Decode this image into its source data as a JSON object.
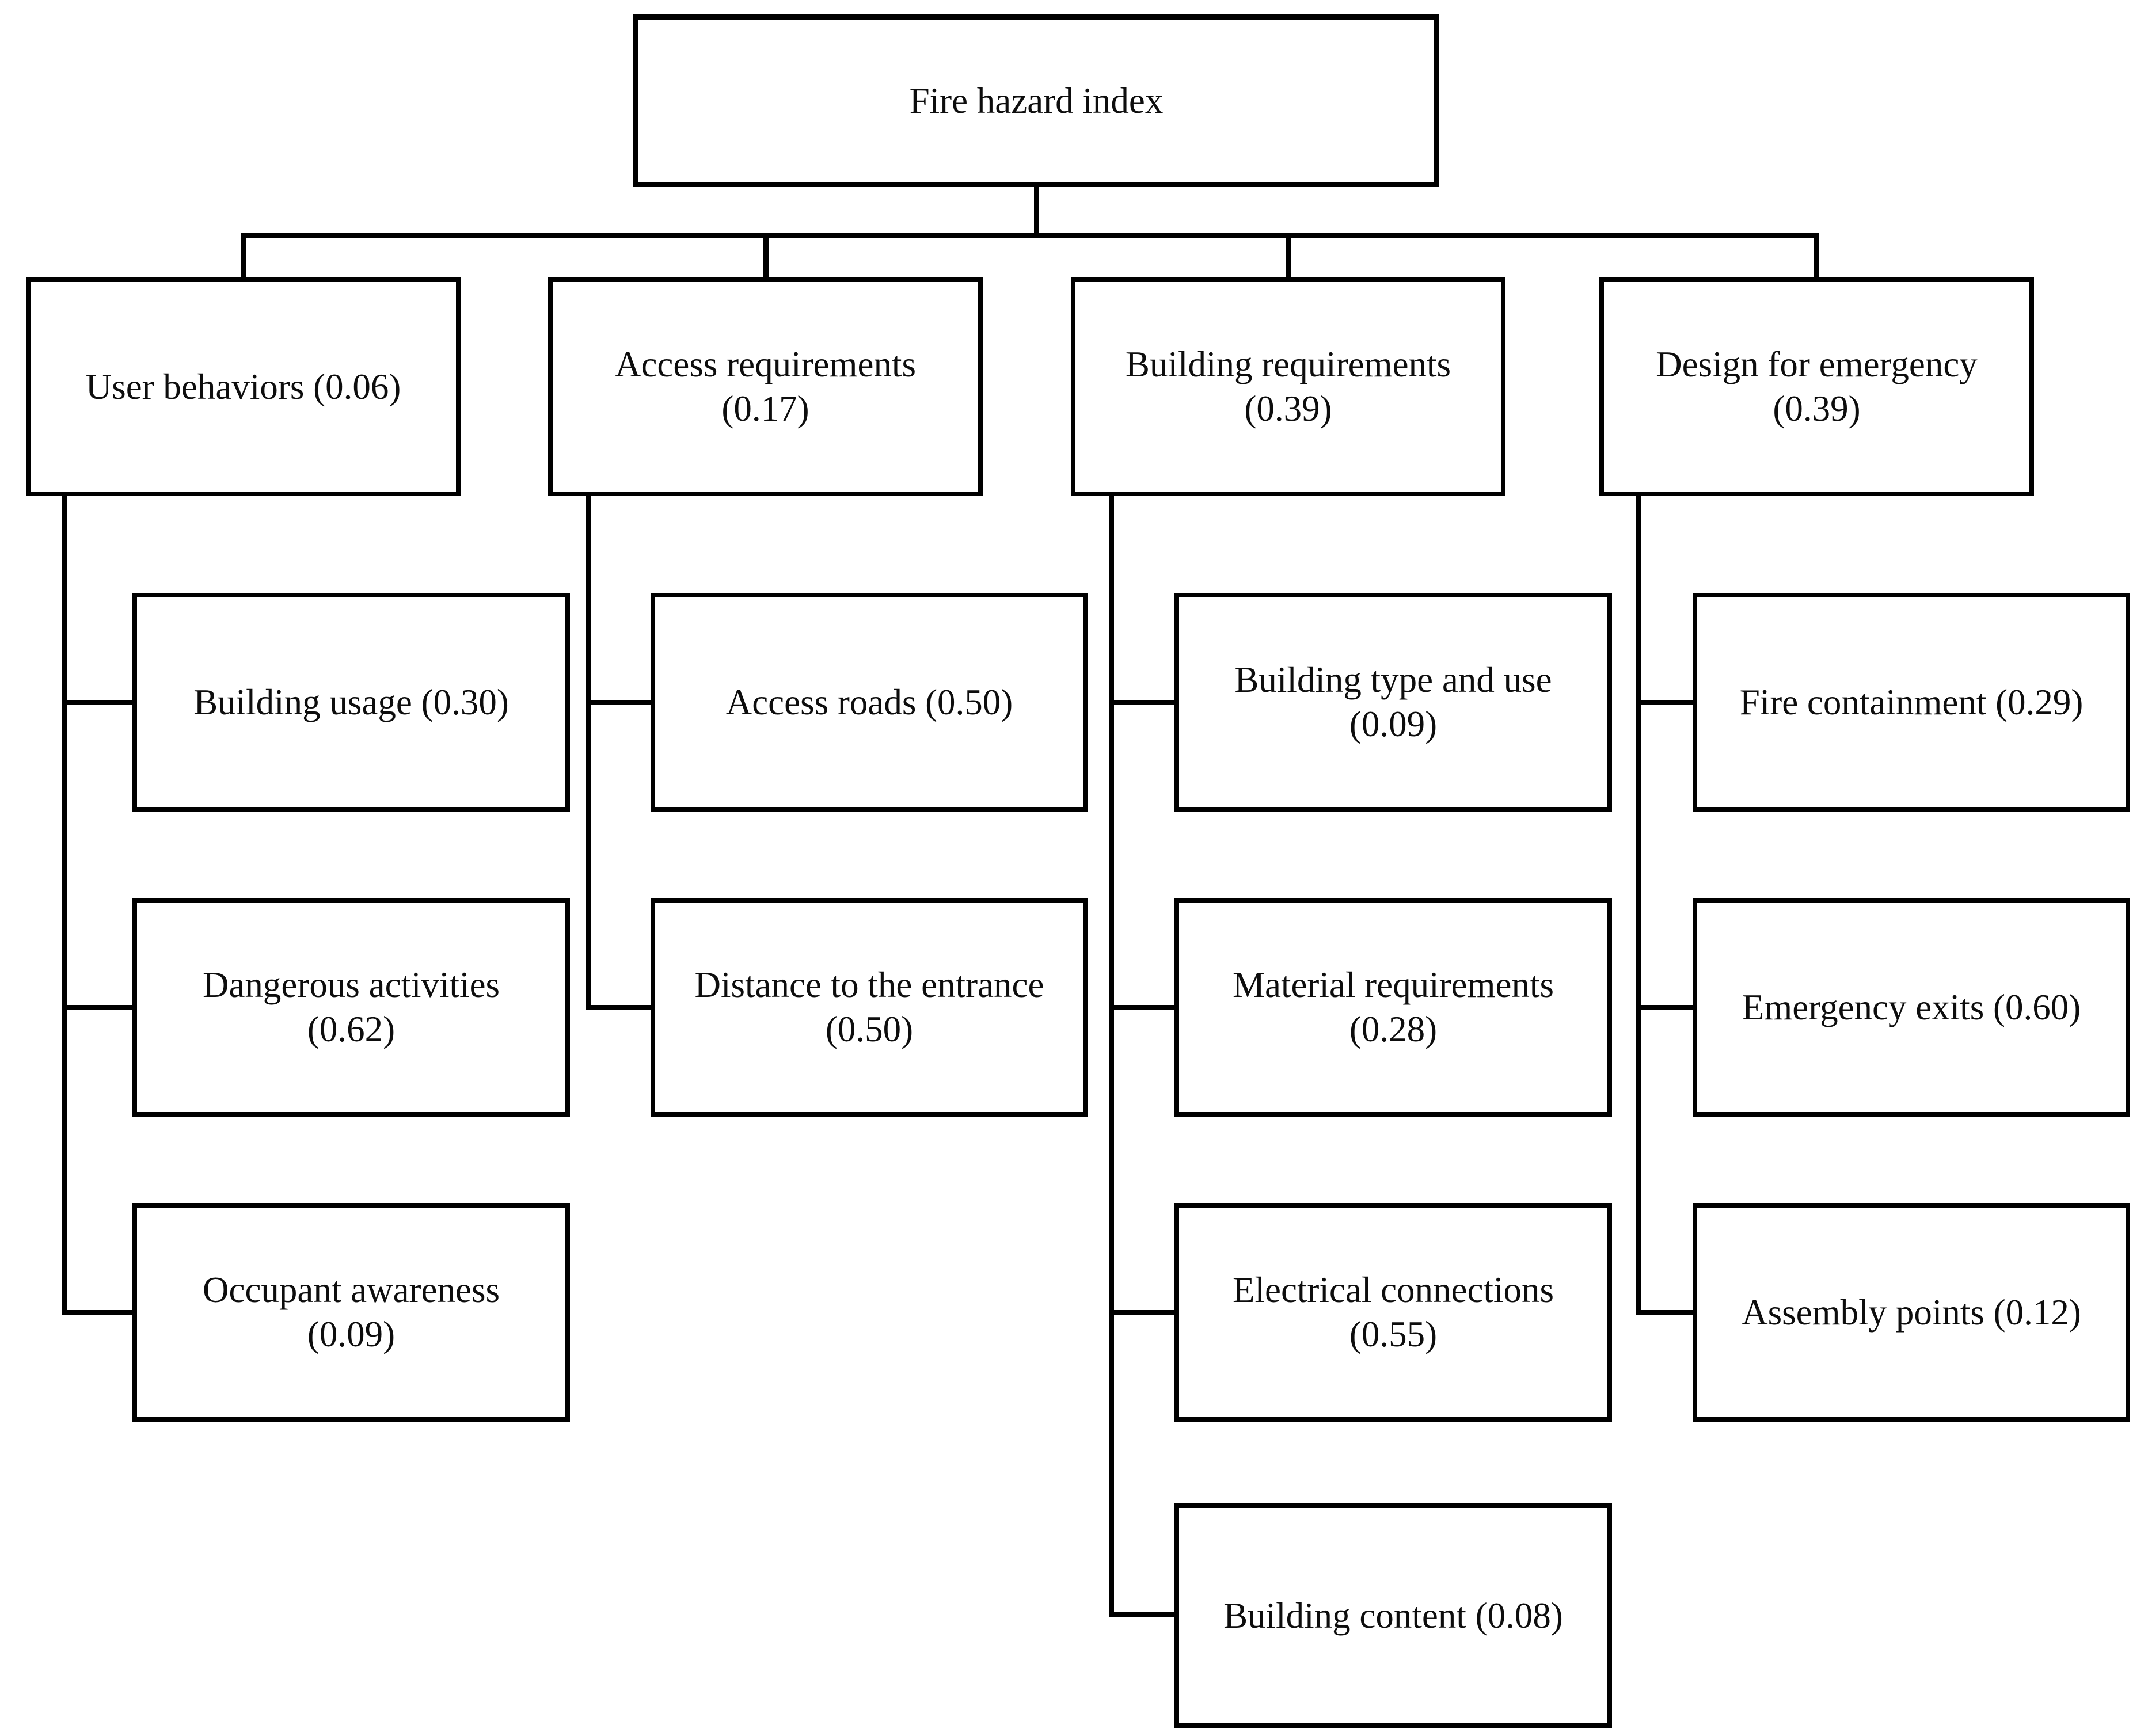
{
  "diagram_title": "Fire hazard index",
  "nodes": {
    "root": {
      "label": "Fire hazard index",
      "lines": [
        "Fire hazard index"
      ]
    },
    "user_behaviors": {
      "label": "User behaviors (0.06)",
      "lines": [
        "User behaviors (0.06)"
      ]
    },
    "access_requirements": {
      "label": "Access requirements (0.17)",
      "lines": [
        "Access requirements",
        "(0.17)"
      ]
    },
    "building_requirements": {
      "label": "Building requirements (0.39)",
      "lines": [
        "Building requirements",
        "(0.39)"
      ]
    },
    "design_for_emergency": {
      "label": "Design for emergency (0.39)",
      "lines": [
        "Design for emergency",
        "(0.39)"
      ]
    },
    "building_usage": {
      "label": "Building usage (0.30)",
      "lines": [
        "Building usage (0.30)"
      ]
    },
    "dangerous_activities": {
      "label": "Dangerous activities (0.62)",
      "lines": [
        "Dangerous activities",
        "(0.62)"
      ]
    },
    "occupant_awareness": {
      "label": "Occupant awareness (0.09)",
      "lines": [
        "Occupant awareness",
        "(0.09)"
      ]
    },
    "access_roads": {
      "label": "Access roads (0.50)",
      "lines": [
        "Access roads (0.50)"
      ]
    },
    "distance_to_entrance": {
      "label": "Distance to the entrance (0.50)",
      "lines": [
        "Distance to the entrance",
        "(0.50)"
      ]
    },
    "building_type_and_use": {
      "label": "Building type and use (0.09)",
      "lines": [
        "Building type and use",
        "(0.09)"
      ]
    },
    "material_requirements": {
      "label": "Material requirements (0.28)",
      "lines": [
        "Material requirements",
        "(0.28)"
      ]
    },
    "electrical_connections": {
      "label": "Electrical connections (0.55)",
      "lines": [
        "Electrical connections",
        "(0.55)"
      ]
    },
    "building_content": {
      "label": "Building content (0.08)",
      "lines": [
        "Building content (0.08)"
      ]
    },
    "fire_containment": {
      "label": "Fire containment (0.29)",
      "lines": [
        "Fire containment (0.29)"
      ]
    },
    "emergency_exits": {
      "label": "Emergency exits (0.60)",
      "lines": [
        "Emergency exits (0.60)"
      ]
    },
    "assembly_points": {
      "label": "Assembly points (0.12)",
      "lines": [
        "Assembly points (0.12)"
      ]
    }
  },
  "hierarchy": {
    "root": "Fire hazard index",
    "children": [
      {
        "name": "User behaviors",
        "weight": "0.06",
        "children": [
          {
            "name": "Building usage",
            "weight": "0.30"
          },
          {
            "name": "Dangerous activities",
            "weight": "0.62"
          },
          {
            "name": "Occupant awareness",
            "weight": "0.09"
          }
        ]
      },
      {
        "name": "Access requirements",
        "weight": "0.17",
        "children": [
          {
            "name": "Access roads",
            "weight": "0.50"
          },
          {
            "name": "Distance to the entrance",
            "weight": "0.50"
          }
        ]
      },
      {
        "name": "Building requirements",
        "weight": "0.39",
        "children": [
          {
            "name": "Building type and use",
            "weight": "0.09"
          },
          {
            "name": "Material requirements",
            "weight": "0.28"
          },
          {
            "name": "Electrical connections",
            "weight": "0.55"
          },
          {
            "name": "Building content",
            "weight": "0.08"
          }
        ]
      },
      {
        "name": "Design for emergency",
        "weight": "0.39",
        "children": [
          {
            "name": "Fire containment",
            "weight": "0.29"
          },
          {
            "name": "Emergency exits",
            "weight": "0.60"
          },
          {
            "name": "Assembly points",
            "weight": "0.12"
          }
        ]
      }
    ]
  }
}
